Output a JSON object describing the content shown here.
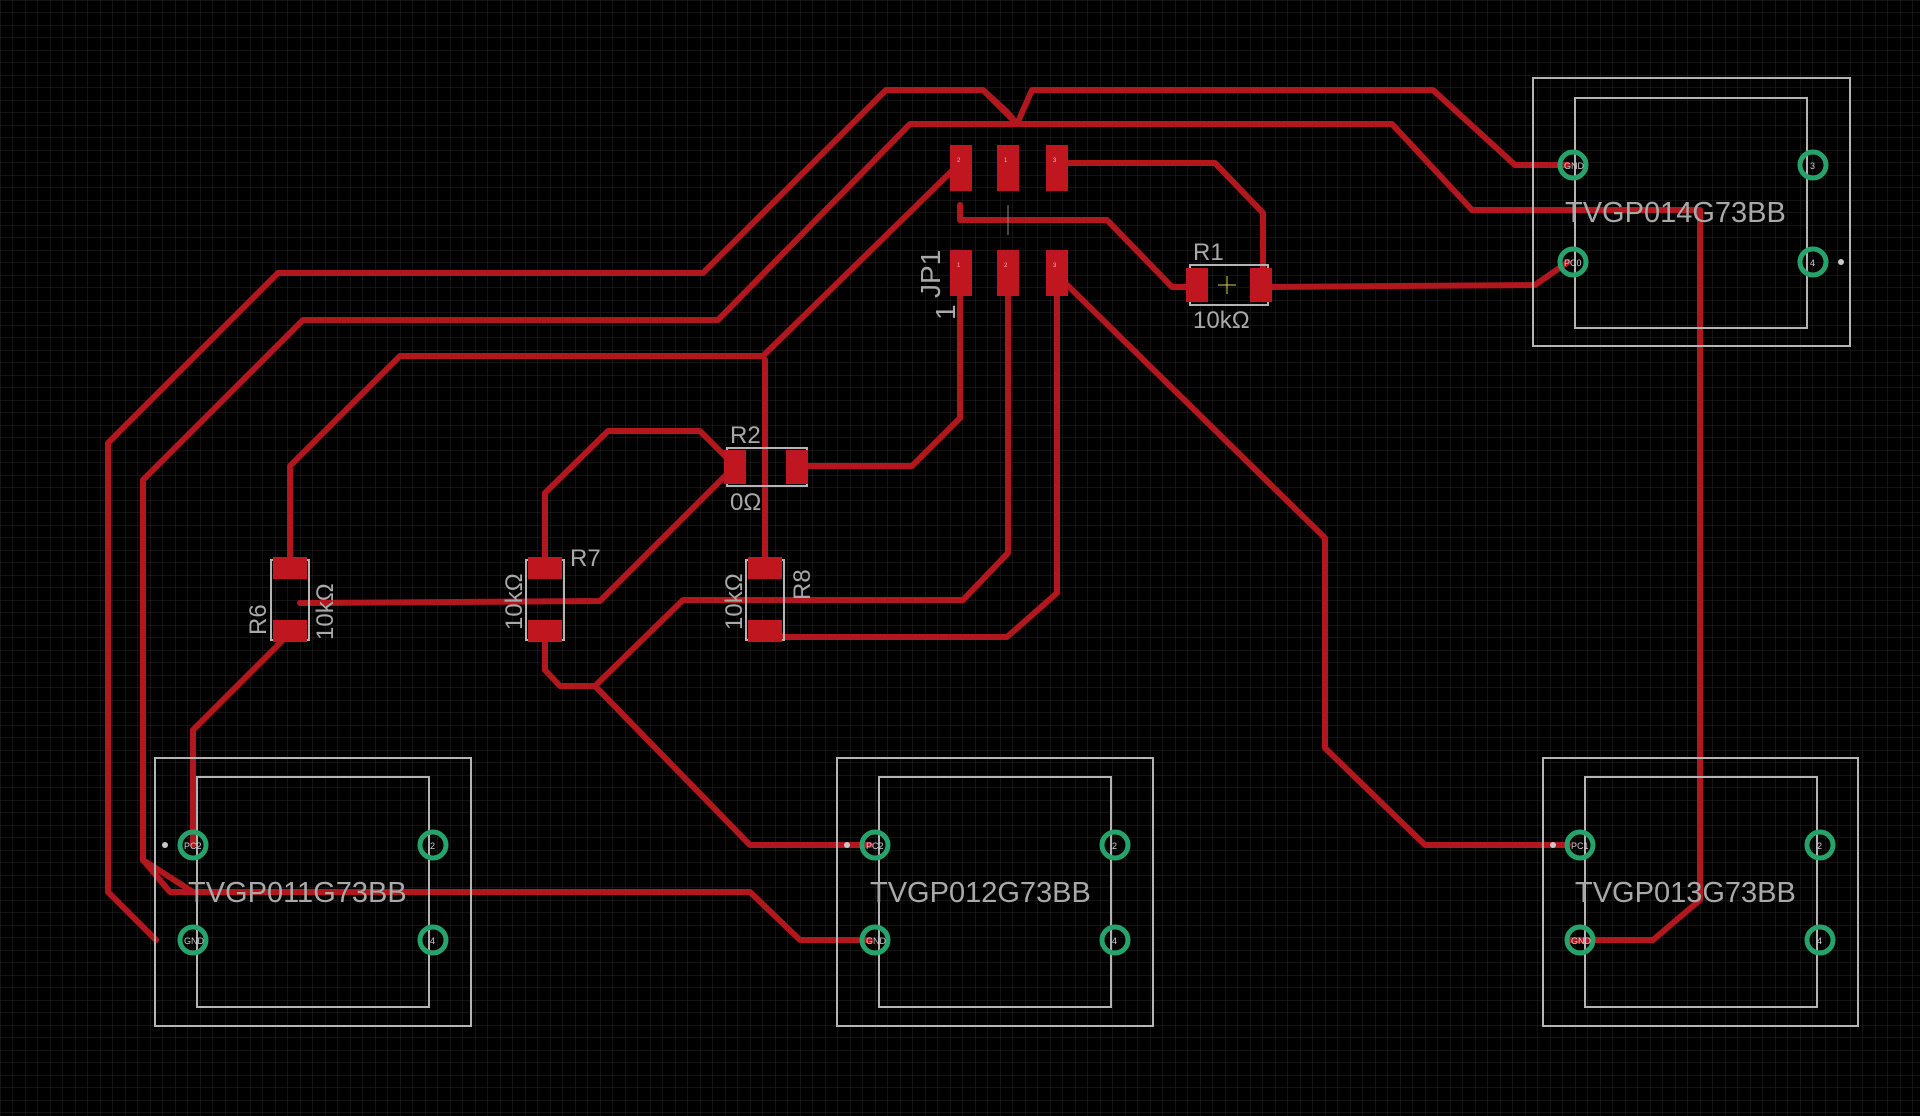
{
  "colors": {
    "background": "#000000",
    "grid": "#252525",
    "trace": "#b1171c",
    "pad": "#c0161f",
    "through_hole": "#26a36b",
    "outline": "#b4b4b4",
    "label": "#a9a9a9"
  },
  "header": {
    "name": "JP1",
    "pin1_marker": "1",
    "pin_labels": [
      "2",
      "1",
      "3",
      "1",
      "2",
      "3"
    ]
  },
  "resistors": [
    {
      "ref": "R1",
      "value": "10kΩ"
    },
    {
      "ref": "R2",
      "value": "0Ω"
    },
    {
      "ref": "R6",
      "value": "10kΩ"
    },
    {
      "ref": "R7",
      "value": "10kΩ"
    },
    {
      "ref": "R8",
      "value": "10kΩ"
    }
  ],
  "sensors": [
    {
      "label": "TVGP014G73BB",
      "pins": [
        "GND",
        "3",
        "PC0",
        "4"
      ]
    },
    {
      "label": "TVGP011G73BB",
      "pins": [
        "PC2",
        "2",
        "GND",
        "4"
      ]
    },
    {
      "label": "TVGP012G73BB",
      "pins": [
        "PC2",
        "2",
        "GND",
        "4"
      ]
    },
    {
      "label": "TVGP013G73BB",
      "pins": [
        "PC1",
        "2",
        "GND",
        "4"
      ]
    }
  ]
}
